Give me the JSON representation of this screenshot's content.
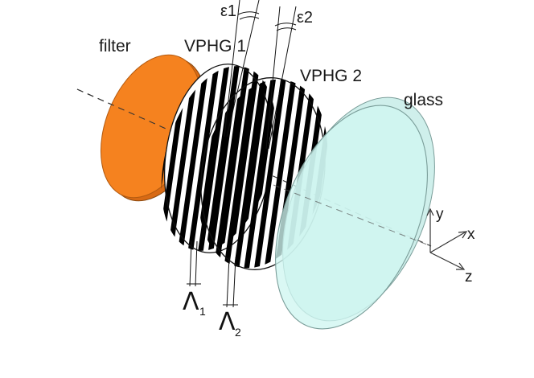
{
  "labels": {
    "filter": "filter",
    "vphg1": "VPHG 1",
    "vphg2": "VPHG 2",
    "glass": "glass",
    "epsilon1": "ε1",
    "epsilon2": "ε2",
    "lambda1_symbol": "Λ",
    "lambda1_sub": "1",
    "lambda2_symbol": "Λ",
    "lambda2_sub": "2"
  },
  "axes": {
    "x": "x",
    "y": "y",
    "z": "z"
  },
  "colors": {
    "filter_fill": "#f5821f",
    "filter_edge": "#c85f0a",
    "grating_stripe": "#000000",
    "grating_gap": "#ffffff",
    "glass_fill": "#cff6f1",
    "glass_edge": "#7a9d99",
    "axis_line": "#333333"
  }
}
